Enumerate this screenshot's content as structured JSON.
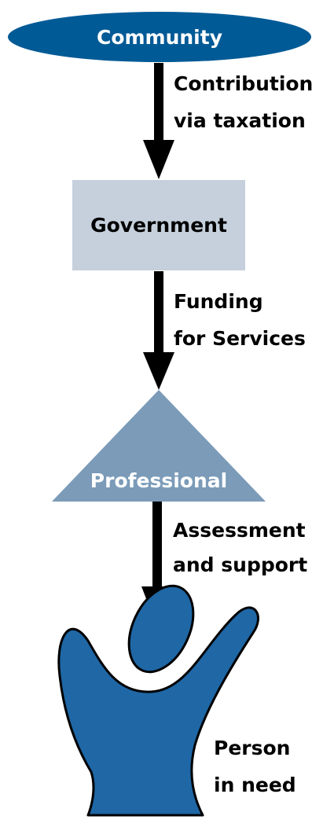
{
  "colors": {
    "community_fill": "#005a96",
    "government_fill": "#c5d0dc",
    "professional_fill": "#7b9bb8",
    "person_fill": "#1f67a5",
    "arrow": "#000000",
    "light_text": "#ffffff",
    "dark_text": "#000000"
  },
  "nodes": {
    "community": {
      "label": "Community",
      "shape": "ellipse"
    },
    "government": {
      "label": "Government",
      "shape": "rectangle"
    },
    "professional": {
      "label": "Professional",
      "shape": "triangle"
    },
    "person": {
      "label_line1": "Person",
      "label_line2": "in need",
      "shape": "person-figure"
    }
  },
  "edges": {
    "community_to_government": {
      "line1": "Contribution",
      "line2": "via taxation"
    },
    "government_to_professional": {
      "line1": "Funding",
      "line2": "for Services"
    },
    "professional_to_person": {
      "line1": "Assessment",
      "line2": "and support"
    }
  }
}
